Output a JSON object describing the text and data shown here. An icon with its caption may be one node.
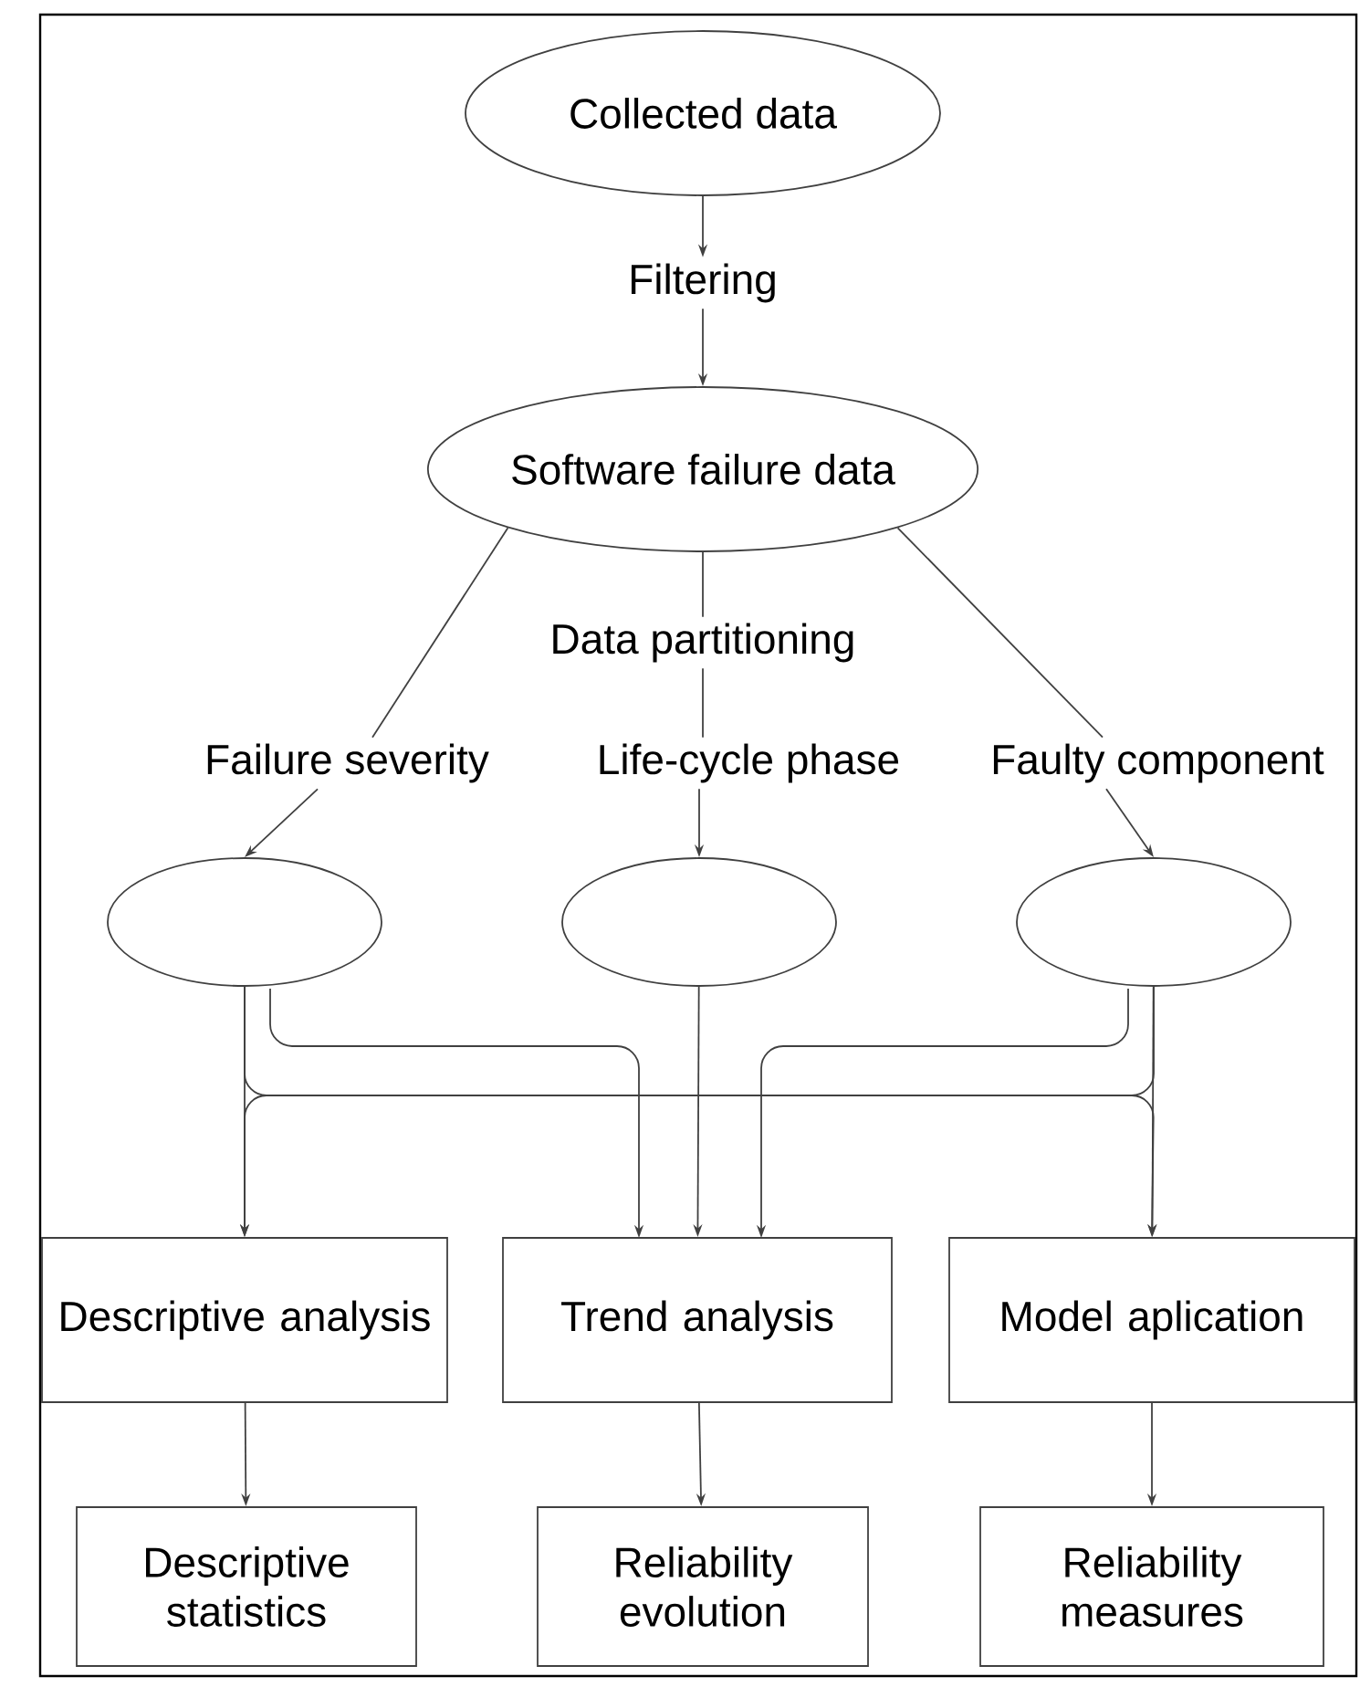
{
  "diagram": {
    "nodes": [
      {
        "text": [
          "Collected data"
        ]
      },
      {
        "text": [
          "Filtering"
        ]
      },
      {
        "text": [
          "Software failure data"
        ]
      },
      {
        "text": [
          "Data partitioning"
        ]
      },
      {
        "text": [
          "Failure severity"
        ]
      },
      {
        "text": [
          "Life-cycle phase"
        ]
      },
      {
        "text": [
          "Faulty component"
        ]
      },
      {
        "text": [],
        "shape": "circle"
      },
      {
        "text": [],
        "shape": "circle"
      },
      {
        "text": [],
        "shape": "circle"
      },
      {
        "text": [
          "Descriptive analysis"
        ]
      },
      {
        "text": [
          "Trend analysis"
        ]
      },
      {
        "text": [
          "Model aplication"
        ]
      },
      {
        "text": [
          "Descriptive statistics"
        ]
      },
      {
        "text": [
          "Reliability evolution"
        ]
      },
      {
        "text": [
          "Reliability measures"
        ]
      }
    ],
    "edges": [
      {
        "from": 0,
        "to": 1,
        "arrow": "to"
      },
      {
        "from": 1,
        "to": 2,
        "arrow": "to"
      },
      {
        "from": 2,
        "to": 3,
        "arrow": "none"
      },
      {
        "from": 3,
        "to": 5,
        "arrow": "none"
      },
      {
        "from": 5,
        "to": 8,
        "arrow": "to"
      },
      {
        "from": 2,
        "to": 4,
        "arrow": "none"
      },
      {
        "from": 4,
        "to": 7,
        "arrow": "to"
      },
      {
        "from": 2,
        "to": 6,
        "arrow": "none"
      },
      {
        "from": 6,
        "to": 9,
        "arrow": "to"
      },
      {
        "from": 7,
        "to": 10,
        "arrow": "to"
      },
      {
        "from": 7,
        "to": 11,
        "arrow": "to"
      },
      {
        "from": 7,
        "to": 12,
        "arrow": "to"
      },
      {
        "from": 8,
        "to": 11,
        "arrow": "to"
      },
      {
        "from": 9,
        "to": 11,
        "arrow": "to"
      },
      {
        "from": 9,
        "to": 12,
        "arrow": "to"
      },
      {
        "from": 9,
        "to": 10,
        "arrow": "to"
      },
      {
        "from": 10,
        "to": 13,
        "arrow": "to"
      },
      {
        "from": 11,
        "to": 14,
        "arrow": "to"
      },
      {
        "from": 12,
        "to": 15,
        "arrow": "to"
      }
    ]
  }
}
